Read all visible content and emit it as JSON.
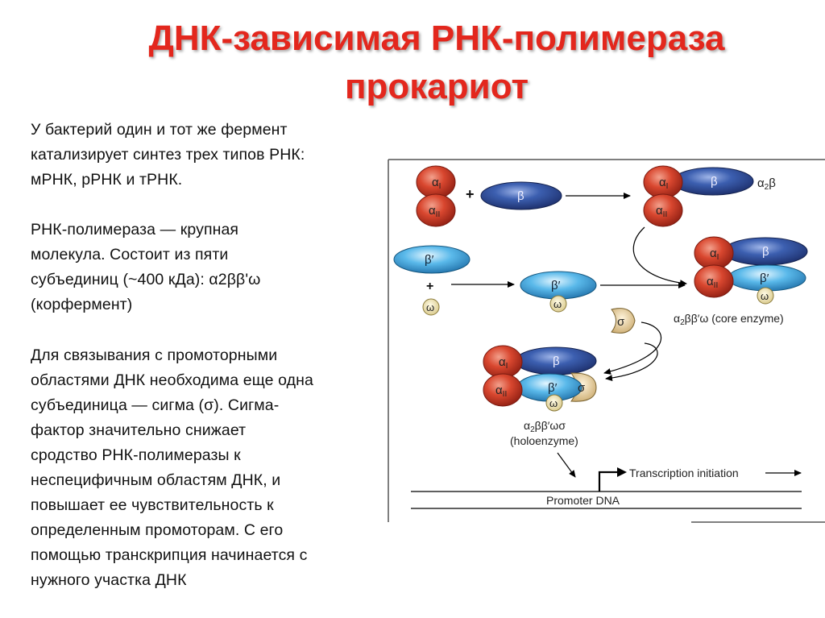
{
  "title": {
    "line1": "ДНК-зависимая РНК-полимераза",
    "line2": "прокариот"
  },
  "text": {
    "p1": "У бактерий один и тот же фермент\nкатализирует синтез трех типов РНК:\nмРНК, рРНК и тРНК.",
    "p2": "РНК-полимераза — крупная\nмолекула. Состоит из пяти\nсубъединиц (~400 кДа): α2ββ'ω\n(корфермент)",
    "p3": "Для связывания с промоторными\nобластями ДНК необходима еще одна\nсубъединица — сигма (σ). Сигма-\nфактор значительно снижает\nсродство РНК-полимеразы к\nнеспецифичным областям ДНК, и\nповышает ее чувствительность к\nопределенным промоторам. С его\nпомощью транскрипция начинается с\nнужного участка ДНК"
  },
  "diagram": {
    "alpha_I": "α",
    "alpha_I_sub": "I",
    "alpha_II": "α",
    "alpha_II_sub": "II",
    "beta": "β",
    "beta_prime": "β′",
    "omega": "ω",
    "sigma": "σ",
    "plus": "+",
    "alpha2beta": "α",
    "alpha2beta_sub": "2",
    "alpha2beta_tail": "β",
    "core_label_main": "α",
    "core_label_sub": "2",
    "core_label_tail": "ββ′ω (core enzyme)",
    "holo_label_main": "α",
    "holo_label_sub": "2",
    "holo_label_tail": "ββ′ωσ",
    "holo_label_line2": "(holoenzyme)",
    "transcription_initiation": "Transcription initiation",
    "promoter_dna": "Promoter DNA"
  },
  "colors": {
    "title": "#e3271d",
    "alpha": "#d4402f",
    "beta": "#2f4f9a",
    "beta_prime": "#5bb8e8",
    "omega": "#f2e6b4",
    "sigma": "#e8d4a8"
  }
}
